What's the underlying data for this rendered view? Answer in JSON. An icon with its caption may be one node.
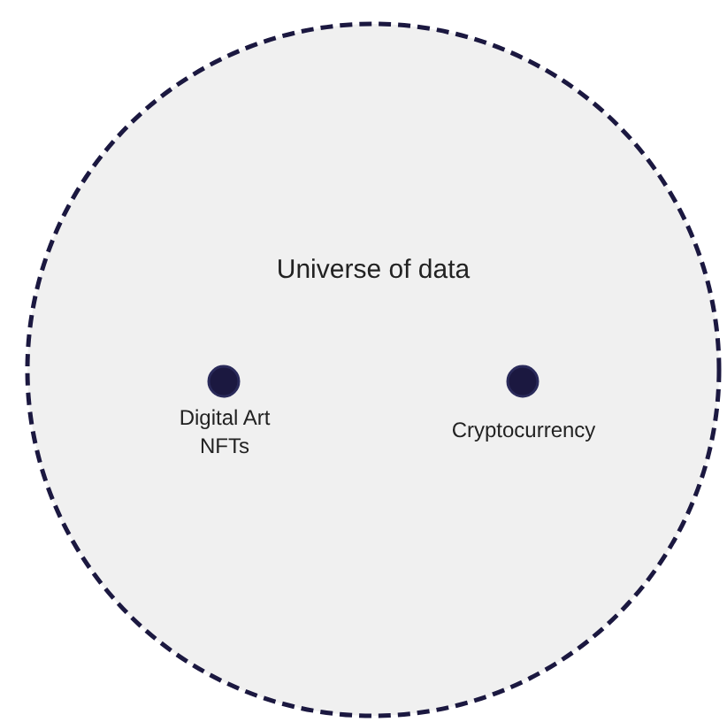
{
  "diagram": {
    "nodes": [
      {
        "text": [
          "Universe of data"
        ]
      },
      {
        "text": [],
        "shape": "circle",
        "in": 0,
        "beside": [
          "Digital Art NFTs"
        ]
      },
      {
        "text": [],
        "shape": "circle",
        "in": 0,
        "beside": [
          "Cryptocurrency"
        ]
      }
    ]
  }
}
